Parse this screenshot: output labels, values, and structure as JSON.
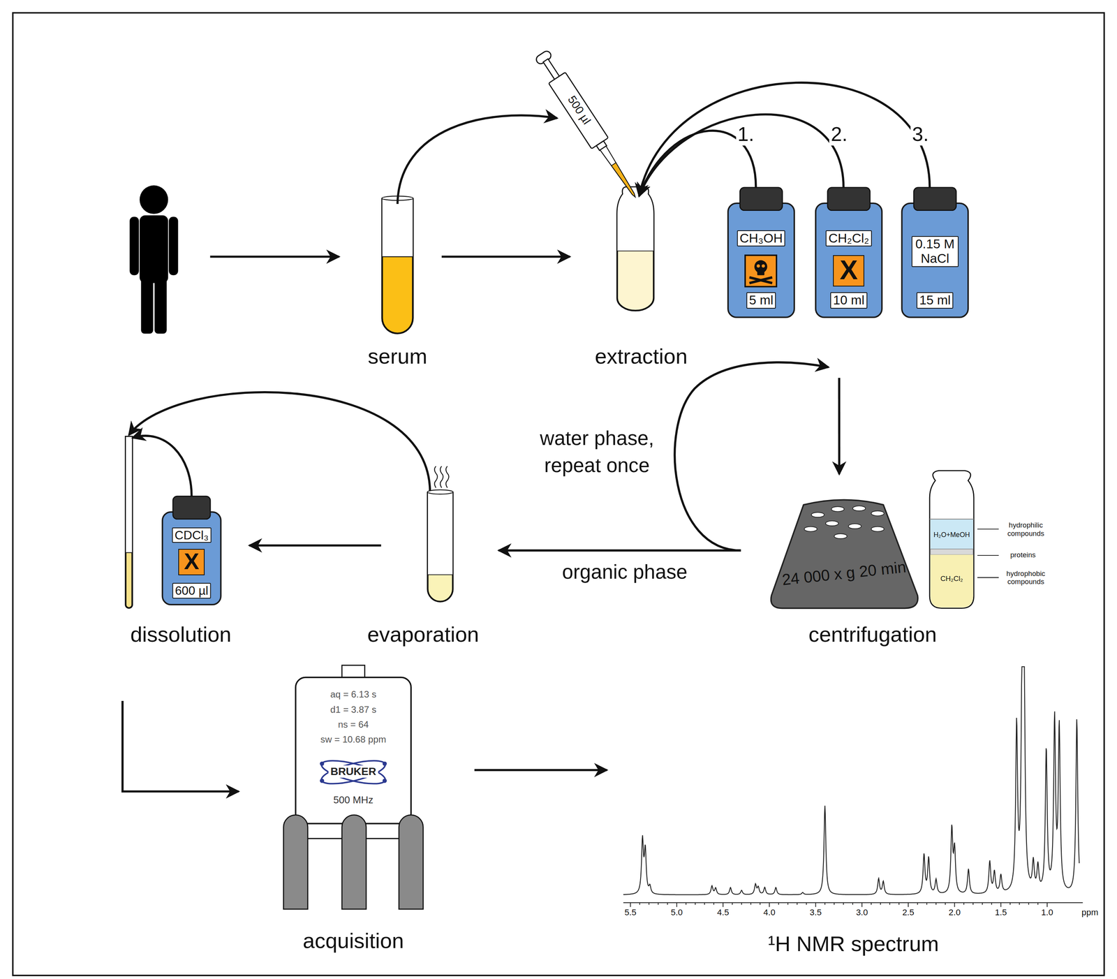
{
  "diagram": {
    "nodes": [
      {
        "text": [
          "serum"
        ]
      },
      {
        "text": [
          "500 µl"
        ]
      },
      {
        "text": [
          "extraction"
        ]
      },
      {
        "text": [
          "CH₃OH",
          "5 ml"
        ]
      },
      {
        "text": [
          "CH₂Cl₂",
          "X",
          "10 ml"
        ]
      },
      {
        "text": [
          "0.15 M NaCl",
          "15 ml"
        ]
      },
      {
        "text": [
          "dissolution"
        ]
      },
      {
        "text": [
          "CDCl₃",
          "X",
          "600 µl"
        ]
      },
      {
        "text": [
          "evaporation"
        ]
      },
      {
        "text": [
          "24 000 x g 20 min",
          "centrifugation"
        ]
      },
      {
        "text": [
          "H₂O+MeOH"
        ]
      },
      {
        "text": [
          "CH₂Cl₂"
        ]
      },
      {
        "text": [
          "aq = 6.13 s",
          "d1 = 3.87 s",
          "ns = 64",
          "sw = 10.68 ppm",
          "BRUKER",
          "500 MHz",
          "acquisition"
        ]
      },
      {
        "text": [
          "¹H NMR spectrum"
        ]
      }
    ],
    "edges": [
      {
        "from": 0,
        "to": 2,
        "arrow": "to"
      },
      {
        "from": 0,
        "to": 1,
        "arrow": "to"
      },
      {
        "from": 3,
        "to": 2,
        "label": "1.",
        "arrow": "to"
      },
      {
        "from": 4,
        "to": 2,
        "label": "2.",
        "arrow": "to"
      },
      {
        "from": 5,
        "to": 2,
        "label": "3.",
        "arrow": "to"
      },
      {
        "from": 2,
        "to": 9,
        "arrow": "to"
      },
      {
        "from": 9,
        "to": 8,
        "label": "organic phase",
        "arrow": "to"
      },
      {
        "from": 8,
        "to": 6,
        "arrow": "to"
      },
      {
        "from": 7,
        "to": 6,
        "arrow": "to"
      },
      {
        "from": 8,
        "to": 7,
        "arrow": "to"
      },
      {
        "from": 6,
        "to": 12,
        "arrow": "to"
      },
      {
        "from": 12,
        "to": 13,
        "arrow": "to"
      }
    ],
    "labels": [
      "water phase, repeat once",
      "hydrophilic compounds",
      "proteins",
      "hydrophobic compounds",
      "5.5",
      "5.0",
      "4.5",
      "4.0",
      "3.5",
      "3.0",
      "2.5",
      "2.0",
      "1.5",
      "1.0",
      "ppm"
    ]
  }
}
